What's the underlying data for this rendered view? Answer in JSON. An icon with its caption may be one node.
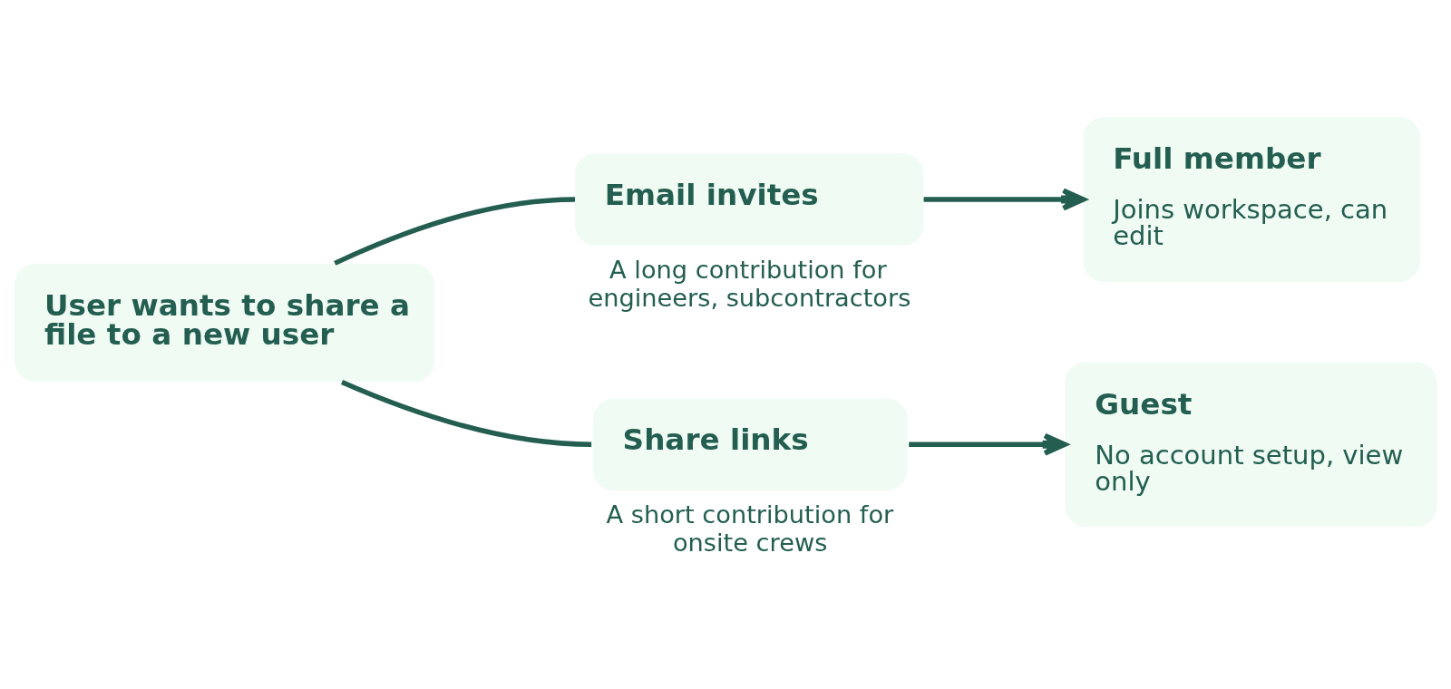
{
  "diagram": {
    "nodes": [
      {
        "text": [
          "User wants to share a file to a new user"
        ]
      },
      {
        "text": [
          "Email invites"
        ],
        "beside": [
          "A long contribution for engineers, subcontractors"
        ]
      },
      {
        "text": [
          "Share links"
        ],
        "beside": [
          "A short contribution for onsite crews"
        ]
      },
      {
        "text": [
          "Full member",
          "Joins workspace, can edit"
        ]
      },
      {
        "text": [
          "Guest",
          "No account setup, view only"
        ]
      }
    ],
    "edges": [
      {
        "from": 0,
        "to": 1,
        "arrow": "none"
      },
      {
        "from": 0,
        "to": 2,
        "arrow": "none"
      },
      {
        "from": 1,
        "to": 3,
        "arrow": "to"
      },
      {
        "from": 2,
        "to": 4,
        "arrow": "to"
      }
    ]
  }
}
